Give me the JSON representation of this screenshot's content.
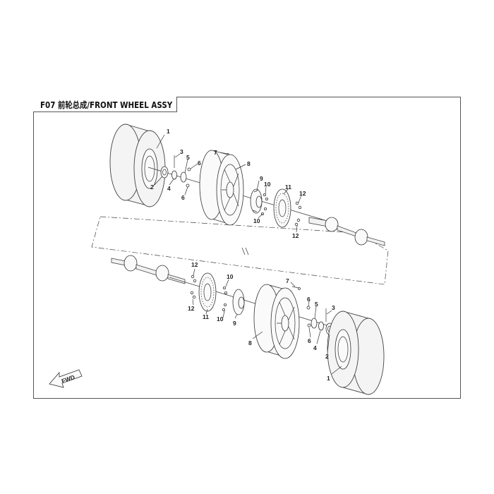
{
  "title": "F07 前轮总成/FRONT WHEEL ASSY",
  "fwd_label": "FWD",
  "callouts": {
    "top": {
      "tire": "1",
      "nut": "2",
      "pin": "3",
      "washer": "4",
      "cap": "5",
      "bolt_a": "6",
      "bolt_b": "6",
      "valve": "7",
      "rim": "8",
      "hub": "9",
      "stud_a": "10",
      "stud_b": "10",
      "disc": "11",
      "bolt_c": "12",
      "bolt_d": "12"
    },
    "bottom": {
      "tire": "1",
      "nut": "2",
      "pin": "3",
      "washer": "4",
      "cap": "5",
      "bolt_a": "6",
      "bolt_b": "6",
      "valve": "7",
      "rim": "8",
      "hub": "9",
      "stud_a": "10",
      "stud_b": "10",
      "disc": "11",
      "bolt_c": "12",
      "bolt_d": "12"
    }
  },
  "colors": {
    "line": "#333333",
    "frame": "#555555",
    "background": "#ffffff"
  }
}
